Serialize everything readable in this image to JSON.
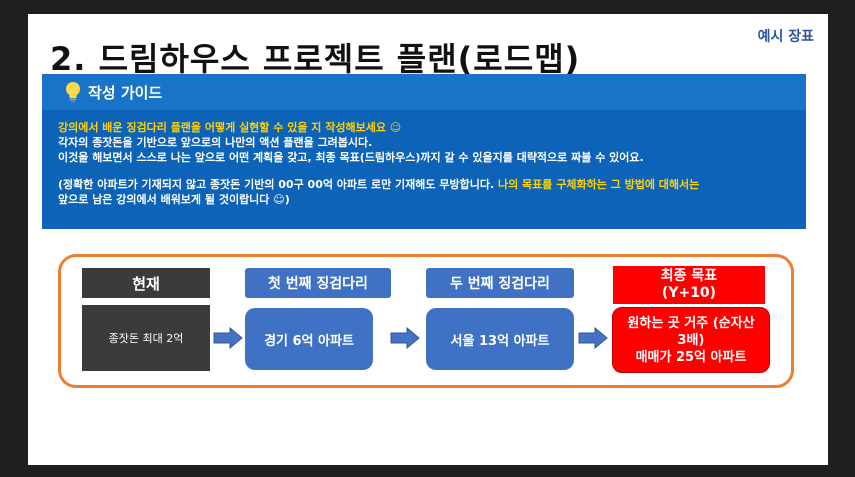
{
  "slide": {
    "title": "2. 드림하우스 프로젝트 플랜(로드맵)",
    "tag": "예시 장표"
  },
  "guide": {
    "icon": "lightbulb-icon",
    "heading": "작성 가이드",
    "line1": "강의에서 배운 징검다리 플랜을 어떻게 실현할 수 있을 지 작성해보세요 ☺",
    "line2": "각자의 종잣돈을 기반으로 앞으로의 나만의 액션 플랜을 그려봅시다.",
    "line3": "이것을 해보면서 스스로 나는 앞으로 어떤 계획을 갖고, 최종 목표(드림하우스)까지 갈 수 있을지를 대략적으로 짜볼 수 있어요.",
    "line4a": "(정확한 아파트가 기재되지 않고 종잣돈 기반의 00구 00억 아파트 로만 기재해도 무방합니다. ",
    "line4b": "나의 목표를 구체화하는 그 방법에 대해서는",
    "line5": "앞으로 남은 강의에서 배워보게 될 것이랍니다 ☺)"
  },
  "roadmap": {
    "current_label": "현재",
    "current_value": "종잣돈 최대 2억",
    "step1_label": "첫 번째 징검다리",
    "step1_value": "경기 6억 아파트",
    "step2_label": "두 번째 징검다리",
    "step2_value": "서울 13억 아파트",
    "goal_label": "최종 목표",
    "goal_sub": "(Y+10)",
    "goal_value_line1": "원하는 곳 거주 (순자산",
    "goal_value_line2": "3배)",
    "goal_value_line3": "매매가 25억 아파트"
  },
  "colors": {
    "guide_bg": "#0d63b7",
    "highlight": "#ffd200",
    "step_blue": "#3f72c4",
    "goal_red": "#ff0000",
    "road_border": "#ef7d31",
    "current_dark": "#3b3b3b"
  }
}
